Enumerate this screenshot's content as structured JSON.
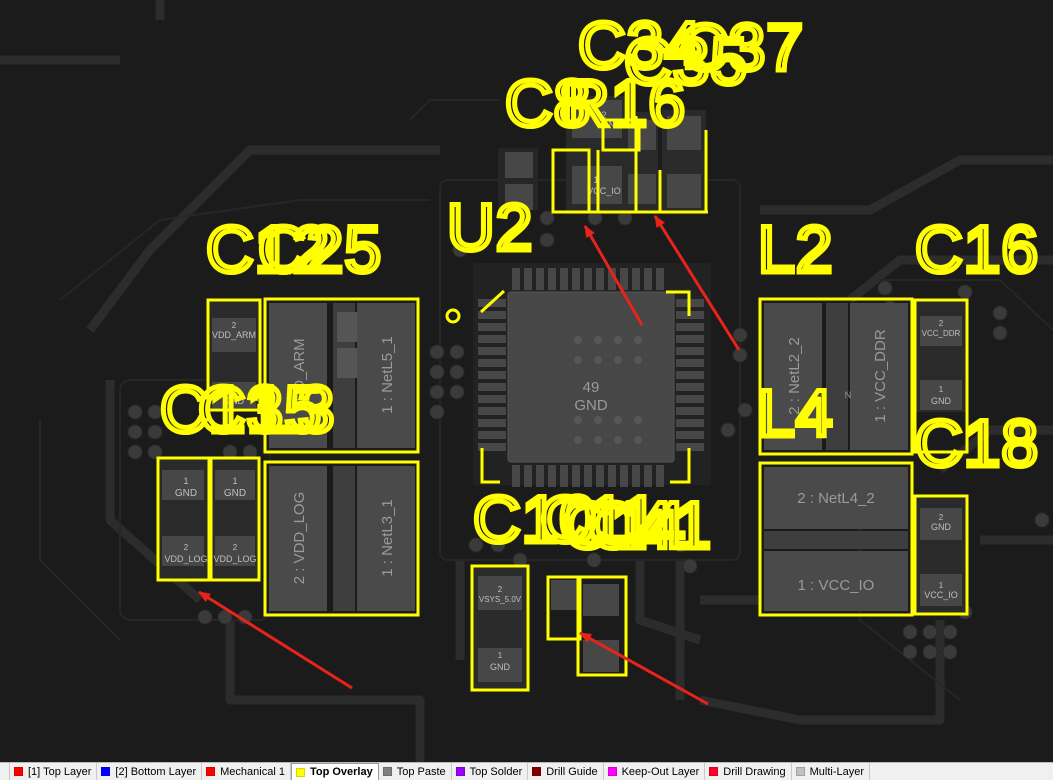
{
  "designators": {
    "c34": "C34",
    "c35": "C35",
    "c37": "C37",
    "c8": "C8",
    "r16": "R16",
    "u2": "U2",
    "c12": "C12",
    "c25": "C25",
    "l2": "L2",
    "c16": "C16",
    "l4": "L4",
    "c18": "C18",
    "c10": "C10",
    "c15": "C15",
    "l3": "L3",
    "c13": "C13",
    "c11": "C11",
    "c14": "C14",
    "c41": "C41"
  },
  "pads": {
    "arm_vdd": "VDD_ARM",
    "arm_gnd": "GND",
    "l5_1": "VDD_ARM",
    "l5_2": "1 : NetL5_1",
    "l3_1": "2 : VDD_LOG",
    "l3_2": "1 : NetL3_1",
    "left_gnd_a": "GND",
    "left_gnd_b": "GND",
    "left_vdd_a": "VDD_LOG",
    "left_vdd_b": "VDD_LOG",
    "pin1": "1",
    "pin2": "2",
    "u2_center_num": "49",
    "u2_center_net": "GND",
    "top_vcc": "VCC_IO",
    "top_n": "N",
    "l2_pad2": "2 : NetL2_2",
    "l2_pad1": "1 : VCC_DDR",
    "l2_mid": "N",
    "c16_net": "VCC_DDR",
    "c16_gnd": "GND",
    "l4_pad2": "2 : NetL4_2",
    "l4_pad1": "1 : VCC_IO",
    "c18_gnd": "GND",
    "c18_vcc": "VCC_IO",
    "bottom_vsys": "VSYS_5.0V",
    "bottom_gnd": "GND"
  },
  "layer_tabs": [
    {
      "label": "[1] Top Layer",
      "color": "#ff0000"
    },
    {
      "label": "[2] Bottom Layer",
      "color": "#0000ff"
    },
    {
      "label": "Mechanical 1",
      "color": "#ff0000"
    },
    {
      "label": "Top Overlay",
      "color": "#ffff00",
      "active": true
    },
    {
      "label": "Top Paste",
      "color": "#808080"
    },
    {
      "label": "Top Solder",
      "color": "#9900ff"
    },
    {
      "label": "Drill Guide",
      "color": "#800000"
    },
    {
      "label": "Keep-Out Layer",
      "color": "#ff00ff"
    },
    {
      "label": "Drill Drawing",
      "color": "#ff002a"
    },
    {
      "label": "Multi-Layer",
      "color": "#c0c0c0"
    }
  ],
  "colors": {
    "overlay": "#ffff00",
    "background": "#1b1b1b",
    "pad": "#4a4a4a",
    "annotation_arrow": "#e8231a"
  }
}
